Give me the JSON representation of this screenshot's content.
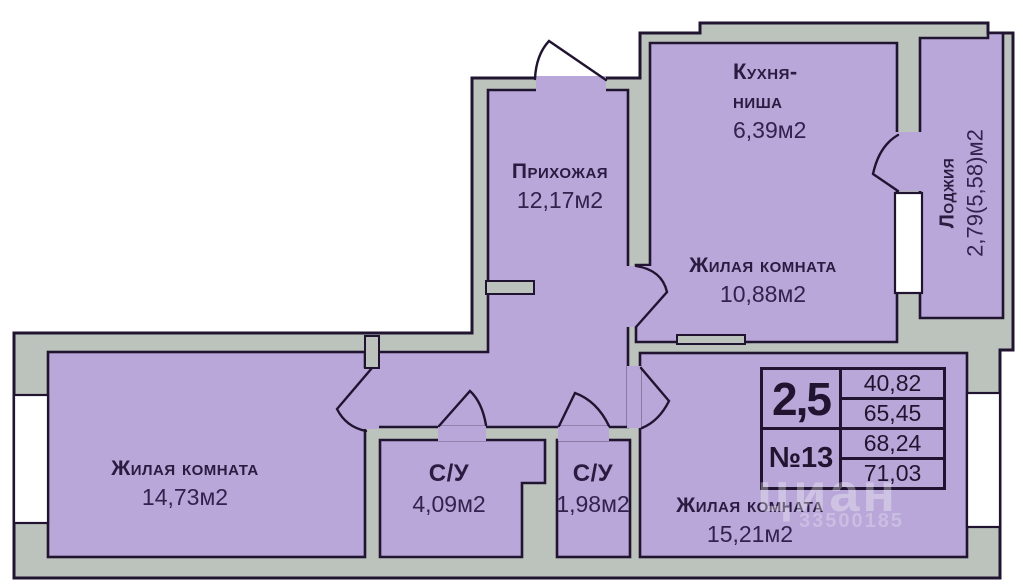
{
  "plan": {
    "rooms": {
      "hallway": {
        "name": "Прихожая",
        "area": "12,17м2"
      },
      "kitchen": {
        "name": "Кухня-ниша",
        "area": "6,39м2"
      },
      "living_small": {
        "name": "Жилая комната",
        "area": "10,88м2"
      },
      "loggia": {
        "name": "Лоджия",
        "area": "2,79(5,58)м2"
      },
      "living_left": {
        "name": "Жилая комната",
        "area": "14,73м2"
      },
      "bathroom_large": {
        "name": "С/У",
        "area": "4,09м2"
      },
      "bathroom_small": {
        "name": "С/У",
        "area": "1,98м2"
      },
      "living_bottom": {
        "name": "Жилая комната",
        "area": "15,21м2"
      }
    },
    "info_table": {
      "unit_type": "2,5",
      "unit_number": "№13",
      "areas": [
        "40,82",
        "65,45",
        "68,24",
        "71,03"
      ]
    },
    "watermark": {
      "brand": "циан",
      "code": "33500185"
    },
    "colors": {
      "room_fill": "#b8a7d8",
      "wall_fill": "#bcc3bd",
      "outline": "#201430",
      "label_color": "#2a1b40",
      "area_color": "#32224e"
    }
  }
}
